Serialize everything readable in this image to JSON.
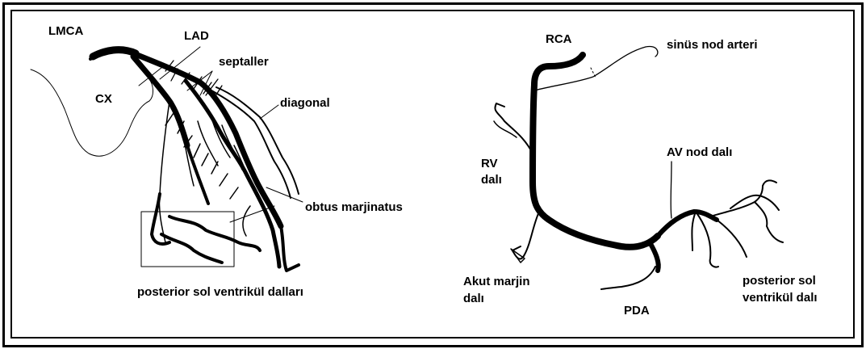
{
  "left_diagram": {
    "labels": {
      "lmca": "LMCA",
      "lad": "LAD",
      "cx": "CX",
      "septaller": "septaller",
      "diagonal": "diagonal",
      "obtus_marjinatus": "obtus marjinatus",
      "posterior_sol_ventrikul_dallari": "posterior sol ventrikül dalları"
    }
  },
  "right_diagram": {
    "labels": {
      "rca": "RCA",
      "sinus_nod_arteri": "sinüs nod arteri",
      "rv_dali_line1": "RV",
      "rv_dali_line2": "dalı",
      "av_nod_dali": "AV nod dalı",
      "akut_marjin_line1": "Akut marjin",
      "akut_marjin_line2": "dalı",
      "pda": "PDA",
      "posterior_sol_line1": "posterior sol",
      "posterior_sol_line2": "ventrikül  dalı"
    }
  },
  "colors": {
    "ink": "#000000",
    "background": "#ffffff"
  }
}
